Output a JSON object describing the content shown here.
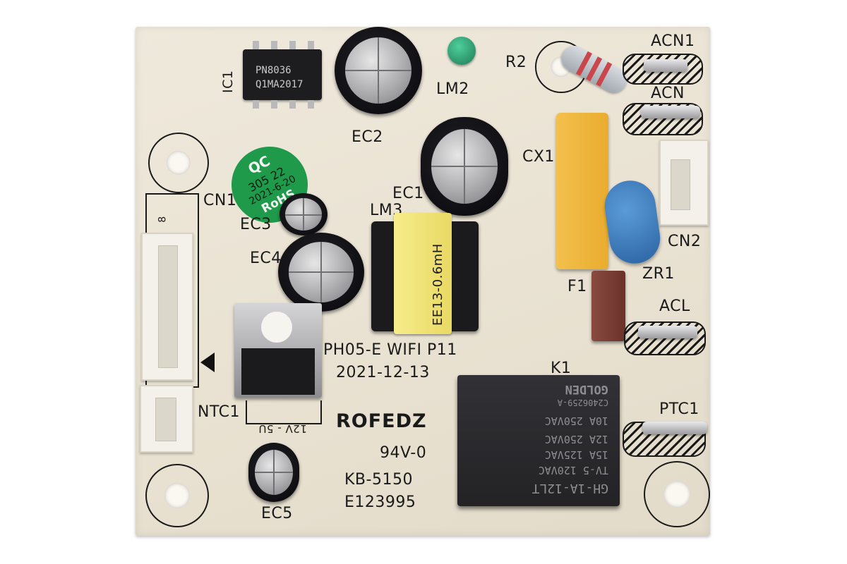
{
  "board": {
    "ic_label": "IC1",
    "ic_marking_line1": "PN8036",
    "ic_marking_line2": "Q1MA2017",
    "ec2": "EC2",
    "lm2": "LM2",
    "r2": "R2",
    "acn1": "ACN1",
    "acn": "ACN",
    "cx1": "CX1",
    "ec1": "EC1",
    "lm3": "LM3",
    "cn1": "CN1",
    "ec3": "EC3",
    "ec4": "EC4",
    "cn2": "CN2",
    "zr1": "ZR1",
    "f1": "F1",
    "acl": "ACL",
    "transformer_label": "EE13-0.6mH",
    "board_name": "PH05-E WIFI P11",
    "board_date": "2021-12-13",
    "k1": "K1",
    "ntc1": "NTC1",
    "ptc1": "PTC1",
    "regulator_note": "12V - 5U",
    "brand": "ROFEDZ",
    "flammability": "94V-0",
    "model": "KB-5150",
    "cert": "E123995",
    "ec5": "EC5",
    "connector_pin_label": "8",
    "qc_sticker_line1": "QC",
    "qc_sticker_line2": "305 22",
    "qc_sticker_line3": "2021-6-20",
    "qc_sticker_line4": "RoHS",
    "relay_line1": "GH-1A-12LT",
    "relay_line2": "TV-5 120VAC",
    "relay_line3": "15A 125VAC",
    "relay_line4": "12A 250VAC",
    "relay_line5": "10A 250VAC",
    "relay_line6": "C2406259-A",
    "relay_brand": "GOLDEN"
  },
  "colors": {
    "board": "#ece6d8",
    "silkscreen": "#1a1a1a",
    "relay": "#2b2b2e",
    "x_capacitor": "#f2b53b",
    "varistor": "#2f6fb3",
    "transformer_tape": "#f3e57a",
    "sticker": "#1f9a4a",
    "fuse": "#7a3b32"
  }
}
